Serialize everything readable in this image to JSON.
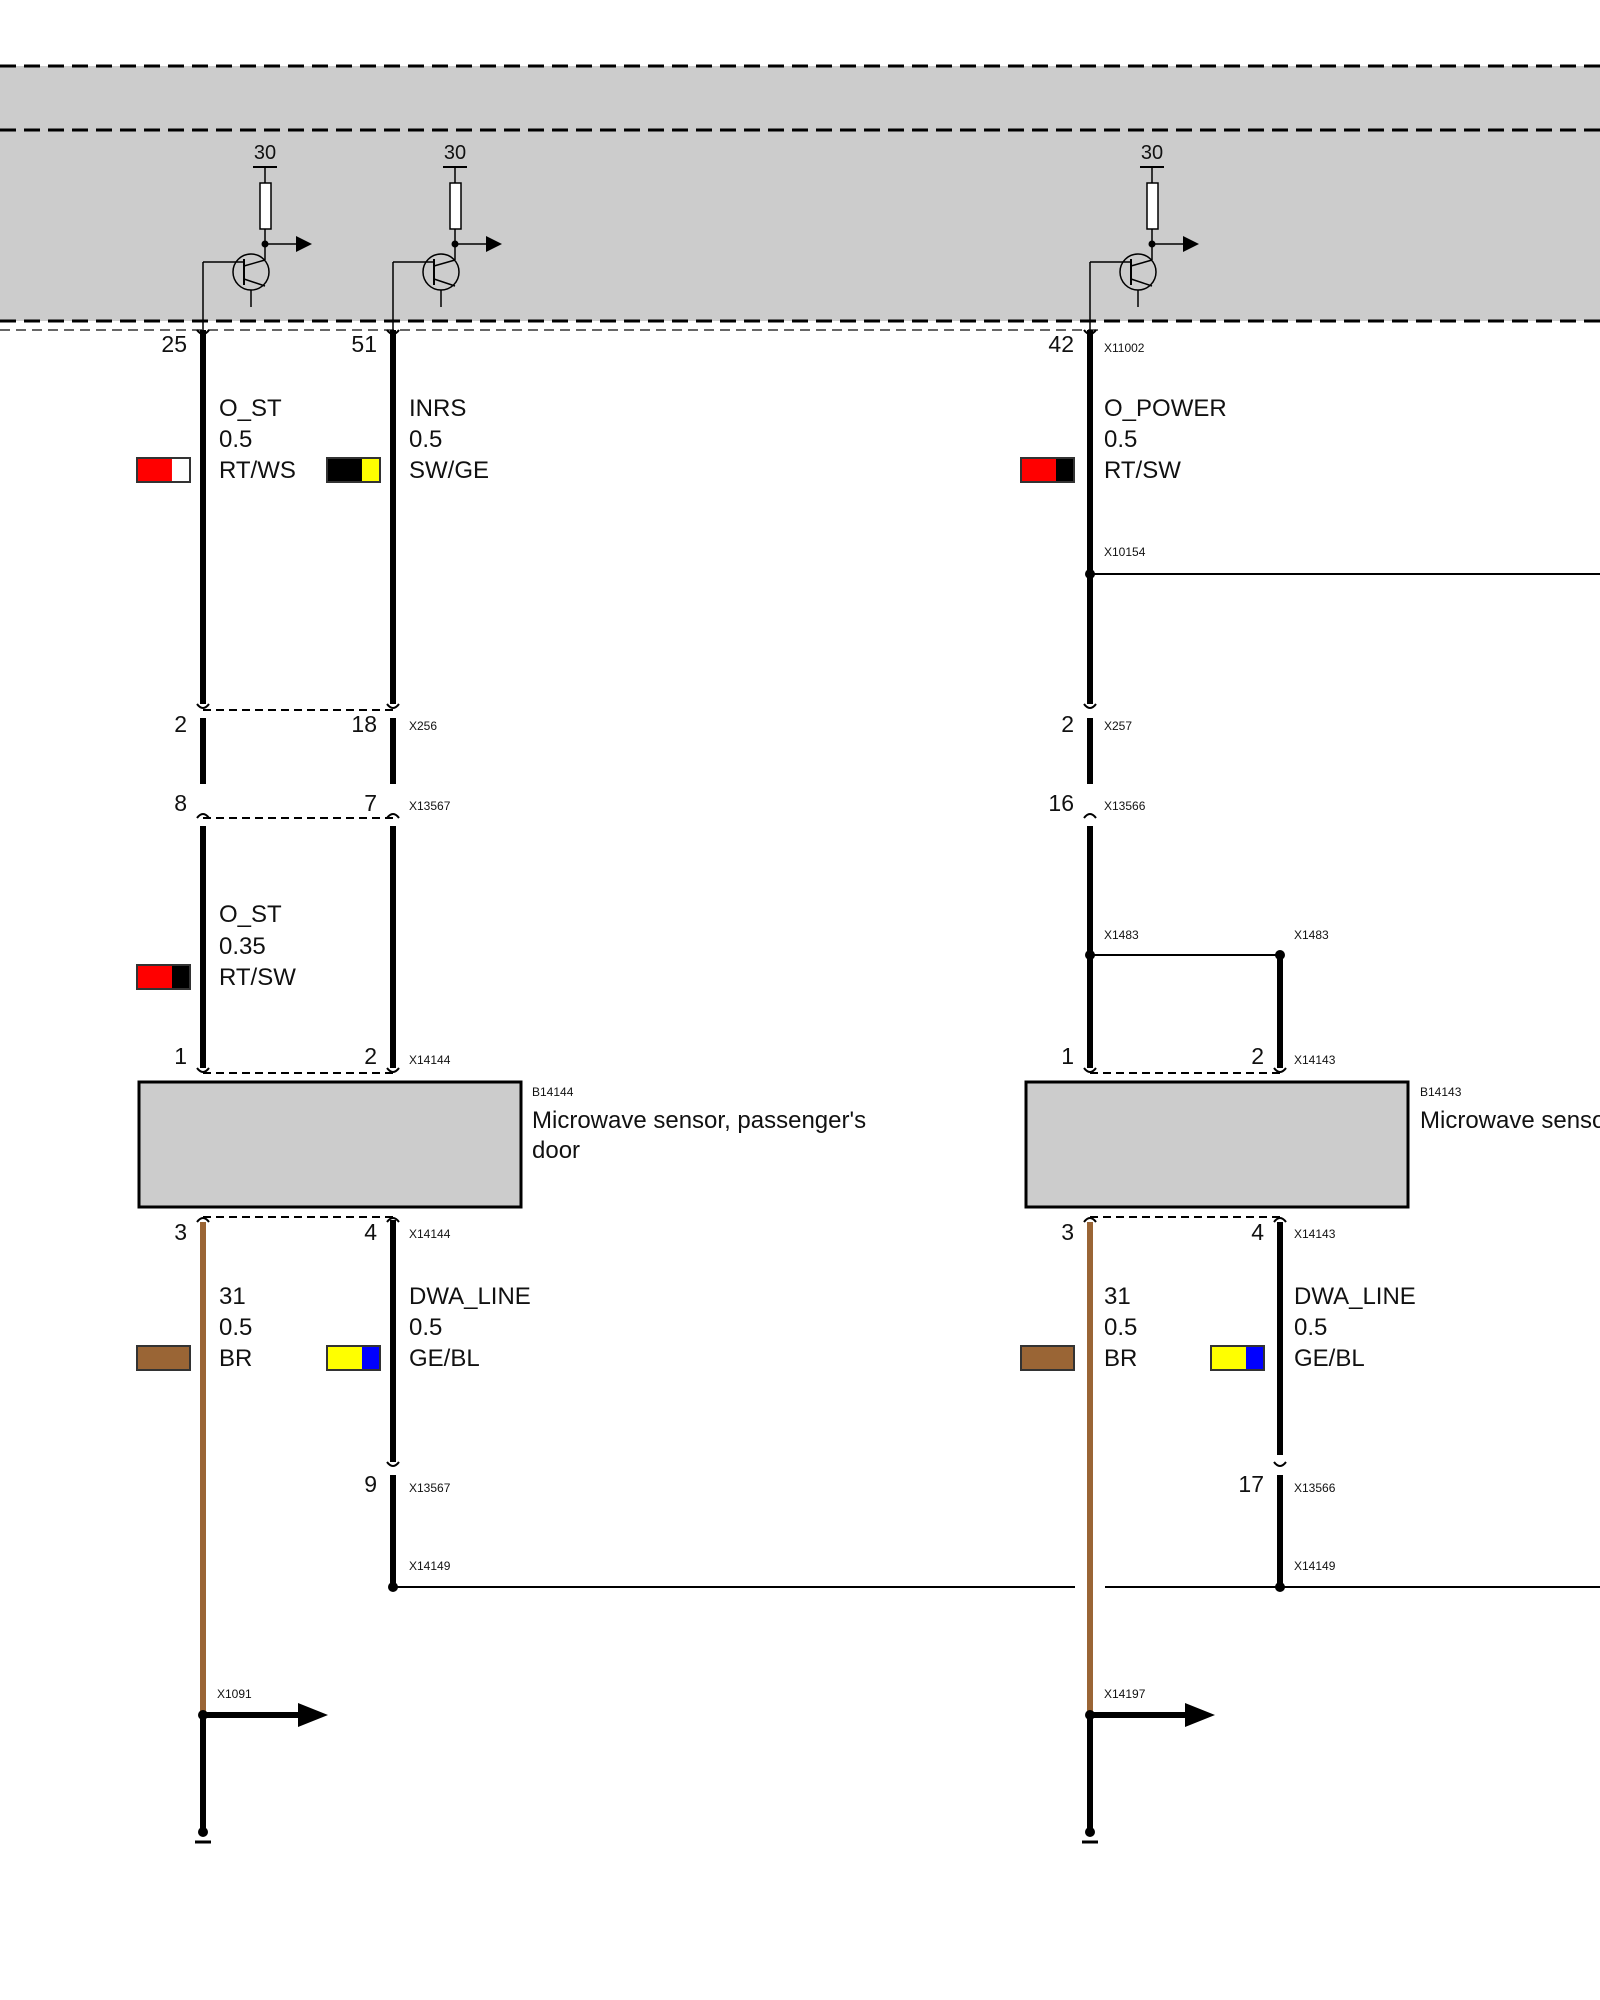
{
  "colors": {
    "RT": "#ff0000",
    "WS": "#ffffff",
    "SW": "#000000",
    "GE": "#ffff00",
    "BL": "#0000ff",
    "BR": "#9a6535",
    "module_fill": "#cccccc",
    "wire_black": "#000000",
    "wire_brown": "#9a6535"
  },
  "supply": [
    "30",
    "30",
    "30"
  ],
  "pins": {
    "p25": "25",
    "p51": "51",
    "p42": "42",
    "p2a": "2",
    "p18": "18",
    "p2b": "2",
    "p8": "8",
    "p7": "7",
    "p16": "16",
    "p1a": "1",
    "p2c": "2",
    "p1b": "1",
    "p2d": "2",
    "p3a": "3",
    "p4a": "4",
    "p3b": "3",
    "p4b": "4",
    "p9": "9",
    "p17": "17"
  },
  "connectors": {
    "x11002": "X11002",
    "x10154": "X10154",
    "x256": "X256",
    "x257": "X257",
    "x13567_top": "X13567",
    "x13566_top": "X13566",
    "x1483_left": "X1483",
    "x1483_right": "X1483",
    "x14144_top": "X14144",
    "x14143_top": "X14143",
    "x14144_bot": "X14144",
    "x14143_bot": "X14143",
    "x13567_bot": "X13567",
    "x13566_bot": "X13566",
    "x14149_left": "X14149",
    "x14149_right": "X14149",
    "x1091": "X1091",
    "x14197": "X14197"
  },
  "wires": [
    {
      "name": "O_ST",
      "size": "0.5",
      "color_code": "RT/WS",
      "colors": [
        "RT",
        "WS"
      ]
    },
    {
      "name": "INRS",
      "size": "0.5",
      "color_code": "SW/GE",
      "colors": [
        "SW",
        "GE"
      ]
    },
    {
      "name": "O_POWER",
      "size": "0.5",
      "color_code": "RT/SW",
      "colors": [
        "RT",
        "SW"
      ]
    },
    {
      "name": "O_ST",
      "size": "0.35",
      "color_code": "RT/SW",
      "colors": [
        "RT",
        "SW"
      ]
    },
    {
      "name": "31",
      "size": "0.5",
      "color_code": "BR",
      "colors": [
        "BR"
      ]
    },
    {
      "name": "DWA_LINE",
      "size": "0.5",
      "color_code": "GE/BL",
      "colors": [
        "GE",
        "BL"
      ]
    },
    {
      "name": "31",
      "size": "0.5",
      "color_code": "BR",
      "colors": [
        "BR"
      ]
    },
    {
      "name": "DWA_LINE",
      "size": "0.5",
      "color_code": "GE/BL",
      "colors": [
        "GE",
        "BL"
      ]
    }
  ],
  "components": [
    {
      "id": "B14144",
      "label_line1": "Microwave sensor, passenger's",
      "label_line2": "door"
    },
    {
      "id": "B14143",
      "label_line1": "Microwave sensor, driver's door"
    }
  ]
}
